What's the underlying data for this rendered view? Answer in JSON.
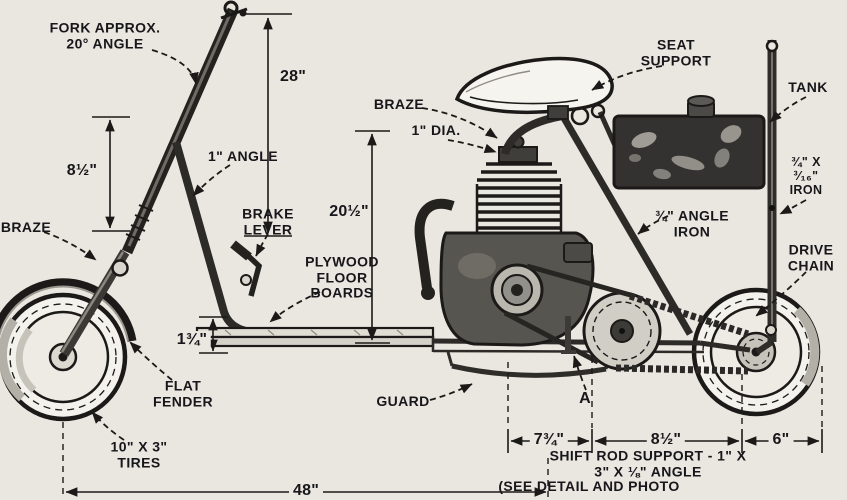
{
  "colors": {
    "paper": "#eae7e0",
    "ink": "#1b1a18"
  },
  "labels": {
    "fork_note": "FORK APPROX.\n20° ANGLE",
    "dim_28": "28\"",
    "braze_top": "BRAZE",
    "dia_one": "1\" DIA.",
    "seat_support": "SEAT\nSUPPORT",
    "tank": "TANK",
    "dim_8_half_fork": "8½\"",
    "one_inch_angle": "1\" ANGLE",
    "brake_lever": "BRAKE\nLEVER",
    "braze_left": "BRAZE",
    "dim_20_half": "20½\"",
    "plywood": "PLYWOOD\nFLOOR\nBOARDS",
    "angle_iron": "¾\" ANGLE\nIRON",
    "iron_strip": "¾\" X ³⁄₁₆\"\nIRON",
    "drive_chain": "DRIVE\nCHAIN",
    "dim_1_3_4": "1¾\"",
    "flat_fender": "FLAT\nFENDER",
    "guard": "GUARD",
    "point_a": "A",
    "tires": "10\" X 3\"\nTIRES",
    "dim_7_3_4": "7¾\"",
    "dim_8_half_bottom": "8½\"",
    "dim_6": "6\"",
    "shift_rod_note": "SHIFT ROD SUPPORT - 1\" X 3\" X ⅛\" ANGLE",
    "see_detail_note": "(SEE DETAIL AND PHOTO",
    "dim_48": "48\""
  }
}
